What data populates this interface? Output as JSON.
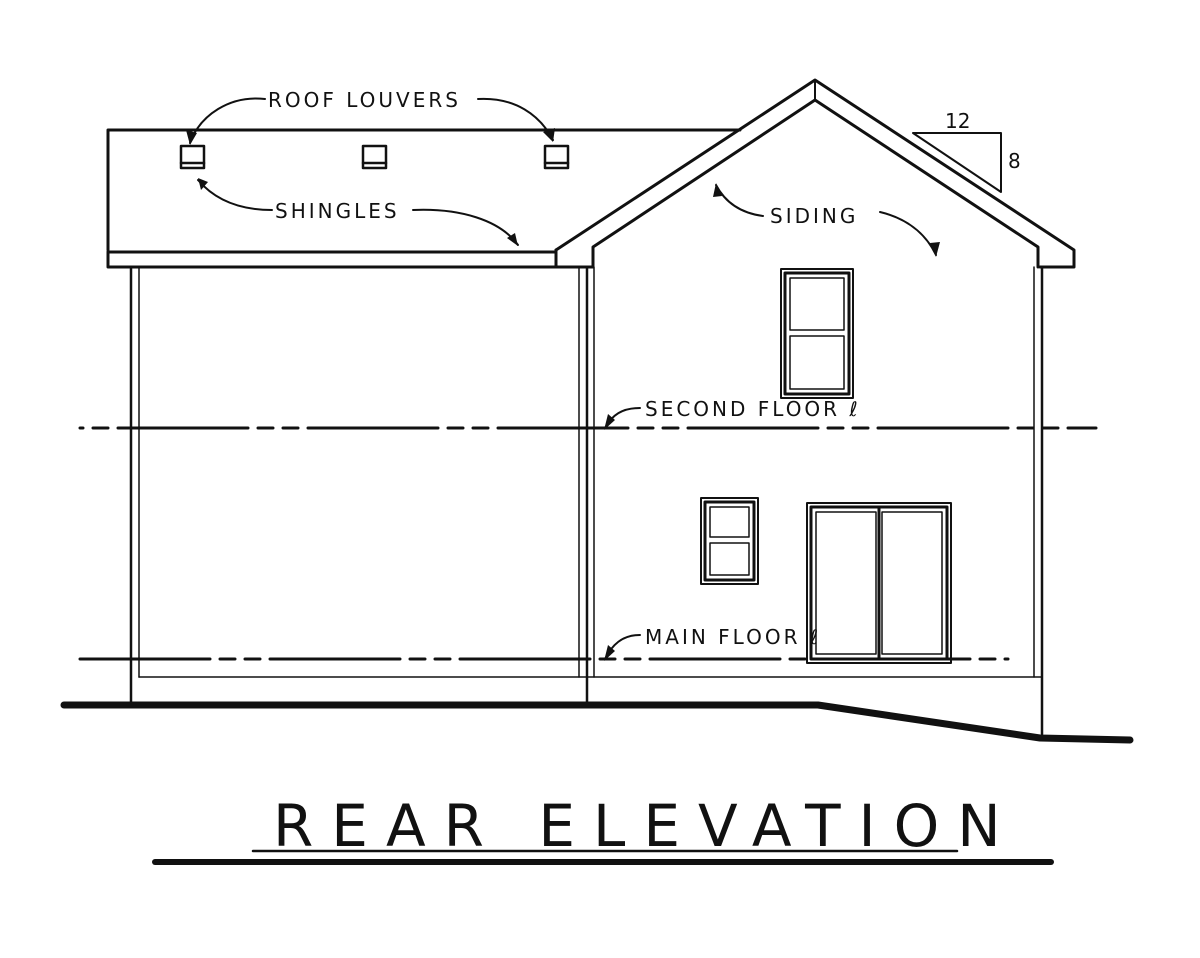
{
  "drawing": {
    "title": "REAR ELEVATION",
    "labels": {
      "roof_louvers": "ROOF LOUVERS",
      "shingles": "SHINGLES",
      "siding": "SIDING",
      "second_floor": "SECOND FLOOR ℓ",
      "main_floor": "MAIN FLOOR ℓ"
    },
    "roof_pitch": {
      "run": "12",
      "rise": "8"
    },
    "colors": {
      "ink": "#111111",
      "paper": "#ffffff"
    }
  }
}
